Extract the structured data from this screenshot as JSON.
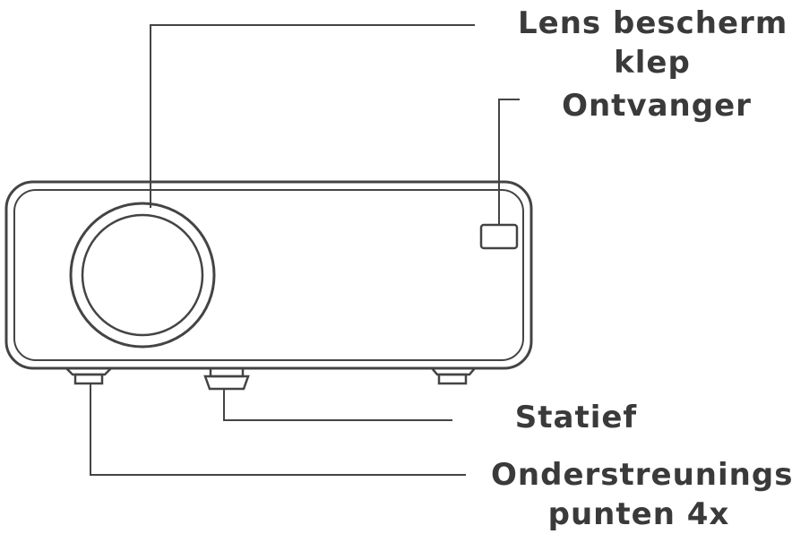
{
  "labels": {
    "lens_cover": [
      "Lens bescherm",
      "klep"
    ],
    "receiver": "Ontvanger",
    "tripod": "Statief",
    "support_points": [
      "Onderstreunings",
      "punten 4x"
    ]
  },
  "colors": {
    "line": "#444444",
    "text": "#3a3a3a",
    "background": "#ffffff"
  }
}
